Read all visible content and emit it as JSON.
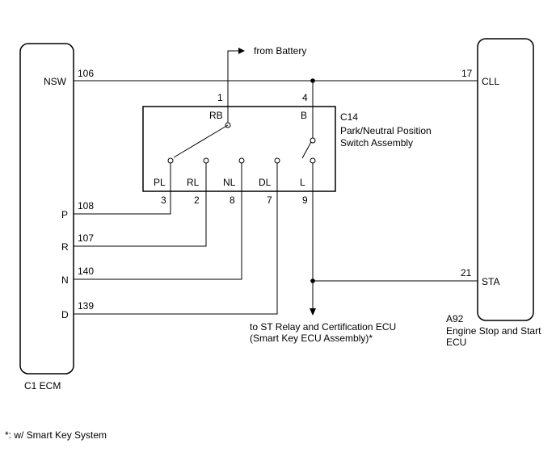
{
  "footnote": "*: w/ Smart Key System",
  "battery": {
    "label": "from Battery"
  },
  "ecm": {
    "name": "C1 ECM",
    "pins": {
      "nsw": {
        "label": "NSW",
        "wire": "106"
      },
      "p": {
        "label": "P",
        "wire": "108"
      },
      "r": {
        "label": "R",
        "wire": "107"
      },
      "n": {
        "label": "N",
        "wire": "140"
      },
      "d": {
        "label": "D",
        "wire": "139"
      }
    }
  },
  "ecu": {
    "id": "A92",
    "name_line1": "Engine Stop and Start",
    "name_line2": "ECU",
    "pins": {
      "cll": {
        "label": "CLL",
        "wire": "17"
      },
      "sta": {
        "label": "STA",
        "wire": "21"
      }
    }
  },
  "switch": {
    "id": "C14",
    "name_line1": "Park/Neutral Position",
    "name_line2": "Switch Assembly",
    "top": {
      "rb": {
        "label": "RB",
        "pin": "1"
      },
      "b": {
        "label": "B",
        "pin": "4"
      }
    },
    "bottom": {
      "pl": {
        "label": "PL",
        "pin": "3"
      },
      "rl": {
        "label": "RL",
        "pin": "2"
      },
      "nl": {
        "label": "NL",
        "pin": "8"
      },
      "dl": {
        "label": "DL",
        "pin": "7"
      },
      "l": {
        "label": "L",
        "pin": "9"
      }
    }
  },
  "st_relay": {
    "line1": "to ST Relay and Certification ECU",
    "line2": "(Smart Key ECU Assembly)*"
  }
}
